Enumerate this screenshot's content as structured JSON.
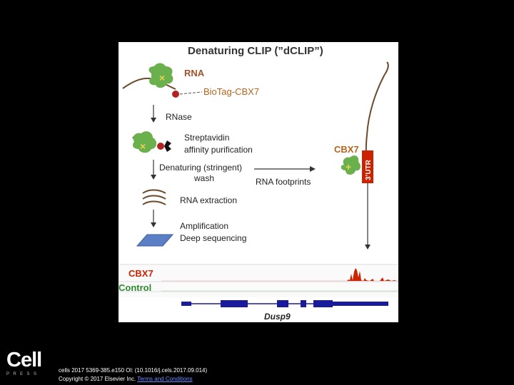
{
  "figure": {
    "title": "Denaturing CLIP (”dCLIP”)",
    "labels": {
      "rna": "RNA",
      "biotag": "Bio",
      "tag_cbx7": "Tag-CBX7",
      "rnase": "RNase",
      "streptavidin": "Streptavidin",
      "affinity": "affinity purification",
      "denaturing": "Denaturing (stringent)",
      "wash": "wash",
      "rna_footprints": "RNA footprints",
      "cbx7_right": "CBX7",
      "utr": "3’UTR",
      "rna_extraction": "RNA extraction",
      "amplification": "Amplification",
      "deep_sequencing": "Deep sequencing",
      "track_cbx7": "CBX7",
      "track_control": "Control",
      "gene": "Dusp9"
    },
    "colors": {
      "title": "#333333",
      "rna_label": "#a0522d",
      "protein_label": "#b5651d",
      "cbx7_red": "#cc2200",
      "control_green": "#2e8b2e",
      "protein_green": "#6ab04c",
      "rna_strand": "#6b4a2b",
      "bead_red": "#b22222",
      "gene_blue": "#1a1a9c",
      "chip_blue": "#5b7fc4"
    }
  },
  "footer": {
    "citation": "cells 2017 5369-385.e150 Ol: (10.1016/j.cels.2017.09.014)",
    "copyright": "Copyright © 2017 Elsevier Inc.",
    "terms_link": "Terms and Conditions"
  },
  "logo": {
    "wordmark": "Cell",
    "subtitle": "PRESS"
  }
}
